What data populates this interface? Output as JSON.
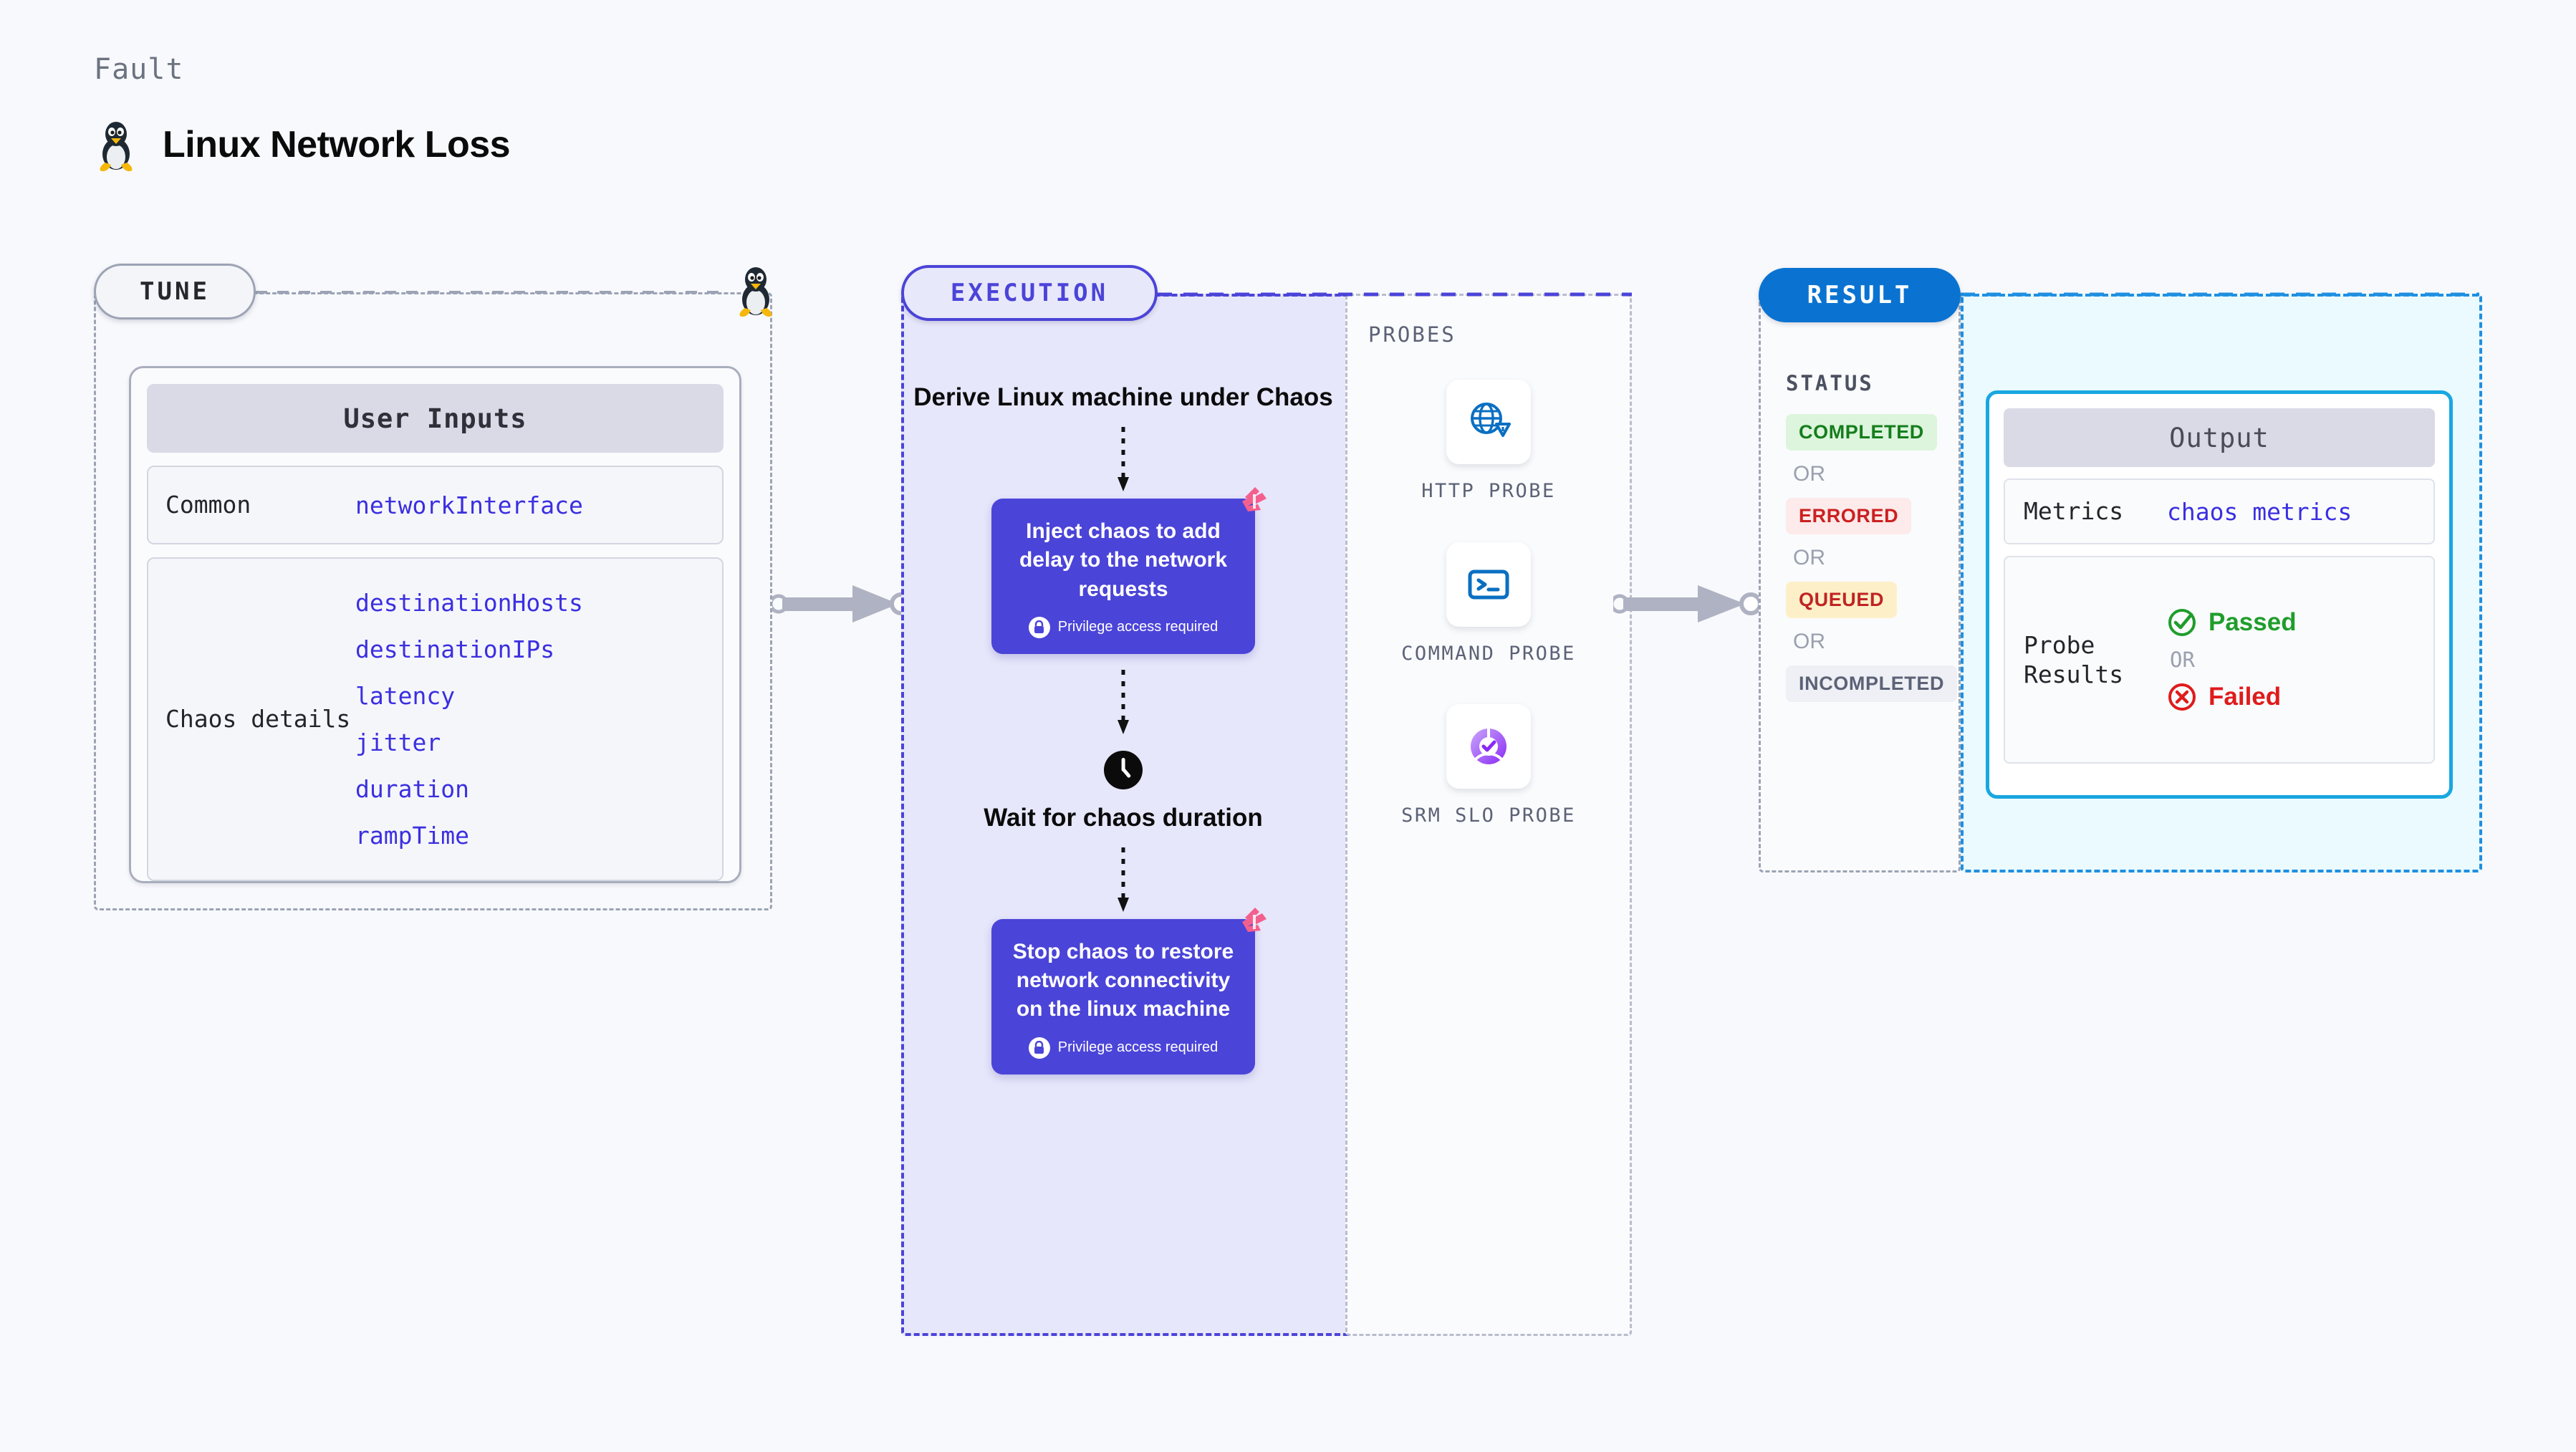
{
  "header": {
    "eyebrow": "Fault",
    "title": "Linux Network Loss",
    "icon": "linux-penguin-icon"
  },
  "tune": {
    "pill_label": "TUNE",
    "card_title": "User Inputs",
    "rows": [
      {
        "key": "Common",
        "values": [
          "networkInterface"
        ]
      },
      {
        "key": "Chaos details",
        "values": [
          "destinationHosts",
          "destinationIPs",
          "latency",
          "jitter",
          "duration",
          "rampTime"
        ]
      }
    ]
  },
  "execution": {
    "pill_label": "EXECUTION",
    "steps": [
      {
        "type": "text",
        "label": "Derive Linux machine under Chaos"
      },
      {
        "type": "node",
        "label": "Inject chaos to add delay to the network requests",
        "privilege": "Privilege access required"
      },
      {
        "type": "wait",
        "icon": "clock-icon",
        "label": "Wait for chaos duration"
      },
      {
        "type": "node",
        "label": "Stop chaos to restore network connectivity on the linux machine",
        "privilege": "Privilege access required"
      }
    ]
  },
  "probes": {
    "label": "PROBES",
    "items": [
      {
        "name": "HTTP PROBE",
        "icon": "globe-warning-icon"
      },
      {
        "name": "COMMAND PROBE",
        "icon": "terminal-icon"
      },
      {
        "name": "SRM SLO PROBE",
        "icon": "slo-donut-check-icon"
      }
    ]
  },
  "result": {
    "pill_label": "RESULT",
    "status_label": "STATUS",
    "or_label": "OR",
    "statuses": [
      {
        "label": "COMPLETED",
        "bg": "#dcf5dc",
        "fg": "#167d1c"
      },
      {
        "label": "ERRORED",
        "bg": "#fdeaea",
        "fg": "#cc2020"
      },
      {
        "label": "QUEUED",
        "bg": "#fdf0c8",
        "fg": "#c02424"
      },
      {
        "label": "INCOMPLETED",
        "bg": "#eef0f5",
        "fg": "#5c6276"
      }
    ],
    "output": {
      "title": "Output",
      "metrics_key": "Metrics",
      "metrics_value": "chaos metrics",
      "probe_results_key": "Probe Results",
      "passed_label": "Passed",
      "failed_label": "Failed",
      "or_label": "OR"
    }
  },
  "colors": {
    "page_bg": "#f8f9fc",
    "execution_purple": "#4b44d8",
    "execution_panel_bg": "#e7e7fb",
    "result_blue": "#0a73d1",
    "output_border": "#18a7e0",
    "output_panel_bg": "#eafaff",
    "mono_value_blue": "#3b2fe0",
    "connector_gray": "#aeb2c2",
    "harness_pink": "#f4608e"
  }
}
